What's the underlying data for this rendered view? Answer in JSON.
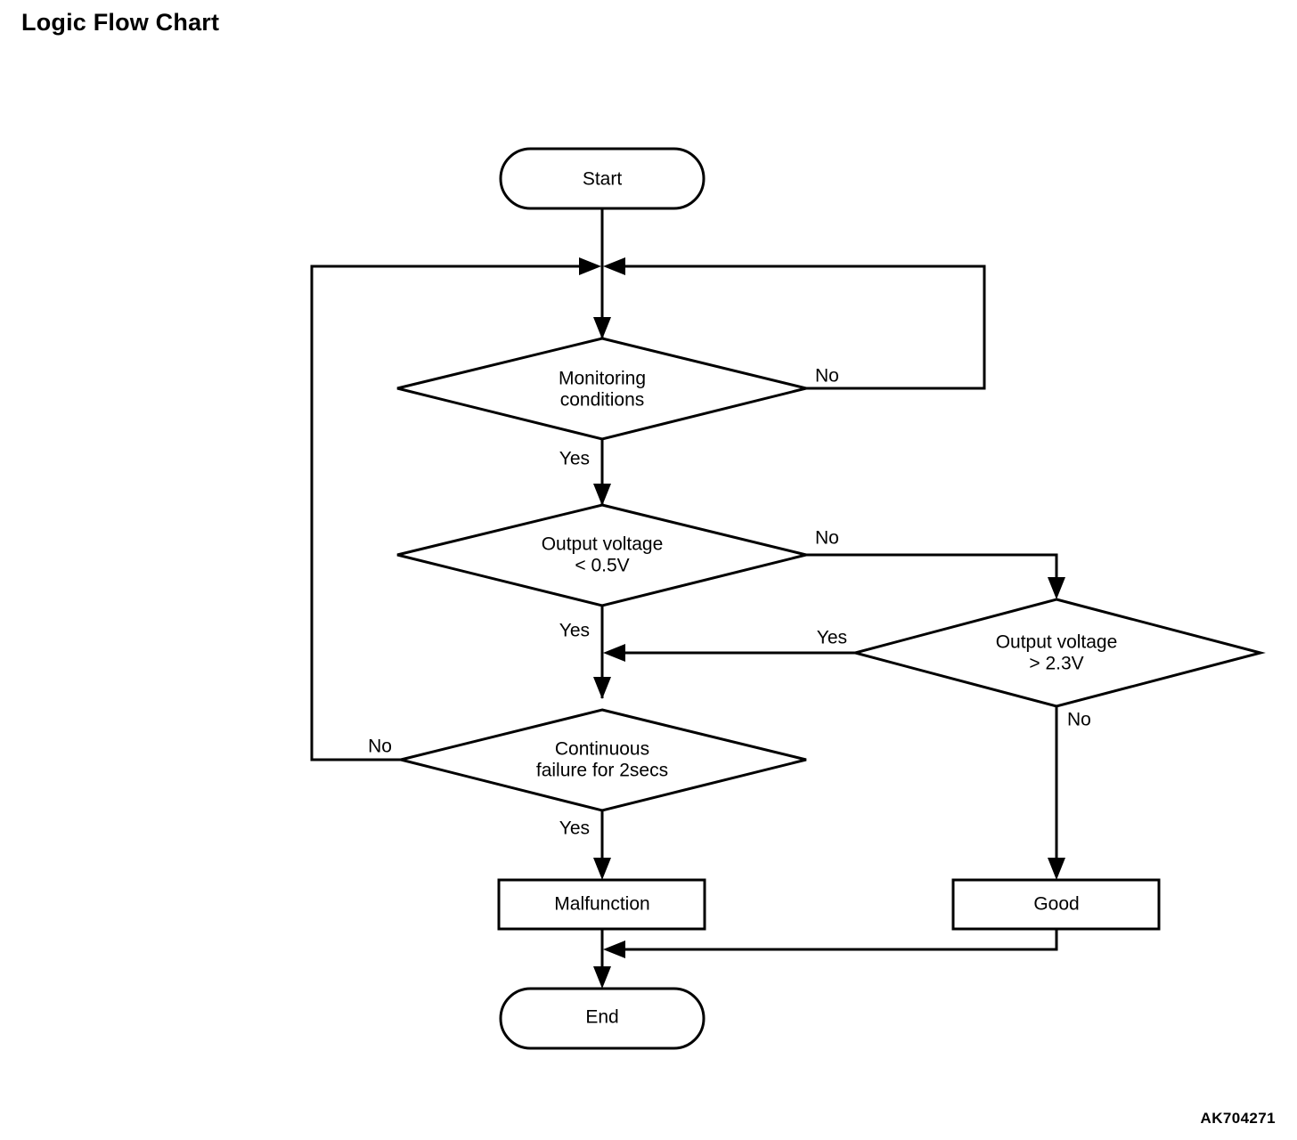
{
  "title": "Logic Flow Chart",
  "figure_code": "AK704271",
  "chart_data": {
    "type": "diagram",
    "diagram_kind": "flowchart",
    "title": "Logic Flow Chart",
    "nodes": [
      {
        "id": "start",
        "shape": "terminator",
        "label": "Start"
      },
      {
        "id": "monitoring",
        "shape": "decision",
        "label_line1": "Monitoring",
        "label_line2": "conditions"
      },
      {
        "id": "vlow",
        "shape": "decision",
        "label_line1": "Output voltage",
        "label_line2": "< 0.5V"
      },
      {
        "id": "vhigh",
        "shape": "decision",
        "label_line1": "Output voltage",
        "label_line2": "> 2.3V"
      },
      {
        "id": "cont",
        "shape": "decision",
        "label_line1": "Continuous",
        "label_line2": "failure for 2secs"
      },
      {
        "id": "malfunction",
        "shape": "process",
        "label": "Malfunction"
      },
      {
        "id": "good",
        "shape": "process",
        "label": "Good"
      },
      {
        "id": "end",
        "shape": "terminator",
        "label": "End"
      }
    ],
    "edges": [
      {
        "from": "start",
        "to": "monitoring",
        "label": ""
      },
      {
        "from": "monitoring",
        "to": "junction",
        "label": "No"
      },
      {
        "from": "monitoring",
        "to": "vlow",
        "label": "Yes"
      },
      {
        "from": "vlow",
        "to": "vhigh",
        "label": "No"
      },
      {
        "from": "vlow",
        "to": "cont",
        "label": "Yes"
      },
      {
        "from": "vhigh",
        "to": "cont",
        "label": "Yes"
      },
      {
        "from": "vhigh",
        "to": "good",
        "label": "No"
      },
      {
        "from": "cont",
        "to": "junction",
        "label": "No"
      },
      {
        "from": "cont",
        "to": "malfunction",
        "label": "Yes"
      },
      {
        "from": "malfunction",
        "to": "end",
        "label": ""
      },
      {
        "from": "good",
        "to": "end",
        "label": ""
      }
    ]
  },
  "labels": {
    "start": "Start",
    "monitoring_l1": "Monitoring",
    "monitoring_l2": "conditions",
    "vlow_l1": "Output voltage",
    "vlow_l2": "< 0.5V",
    "vhigh_l1": "Output voltage",
    "vhigh_l2": "> 2.3V",
    "cont_l1": "Continuous",
    "cont_l2": "failure for 2secs",
    "malfunction": "Malfunction",
    "good": "Good",
    "end": "End"
  },
  "branches": {
    "monitoring_no": "No",
    "monitoring_yes": "Yes",
    "vlow_no": "No",
    "vlow_yes": "Yes",
    "vhigh_yes": "Yes",
    "vhigh_no": "No",
    "cont_no": "No",
    "cont_yes": "Yes"
  },
  "colors": {
    "stroke": "#000000",
    "fill": "#ffffff",
    "text": "#000000",
    "background": "#ffffff"
  }
}
